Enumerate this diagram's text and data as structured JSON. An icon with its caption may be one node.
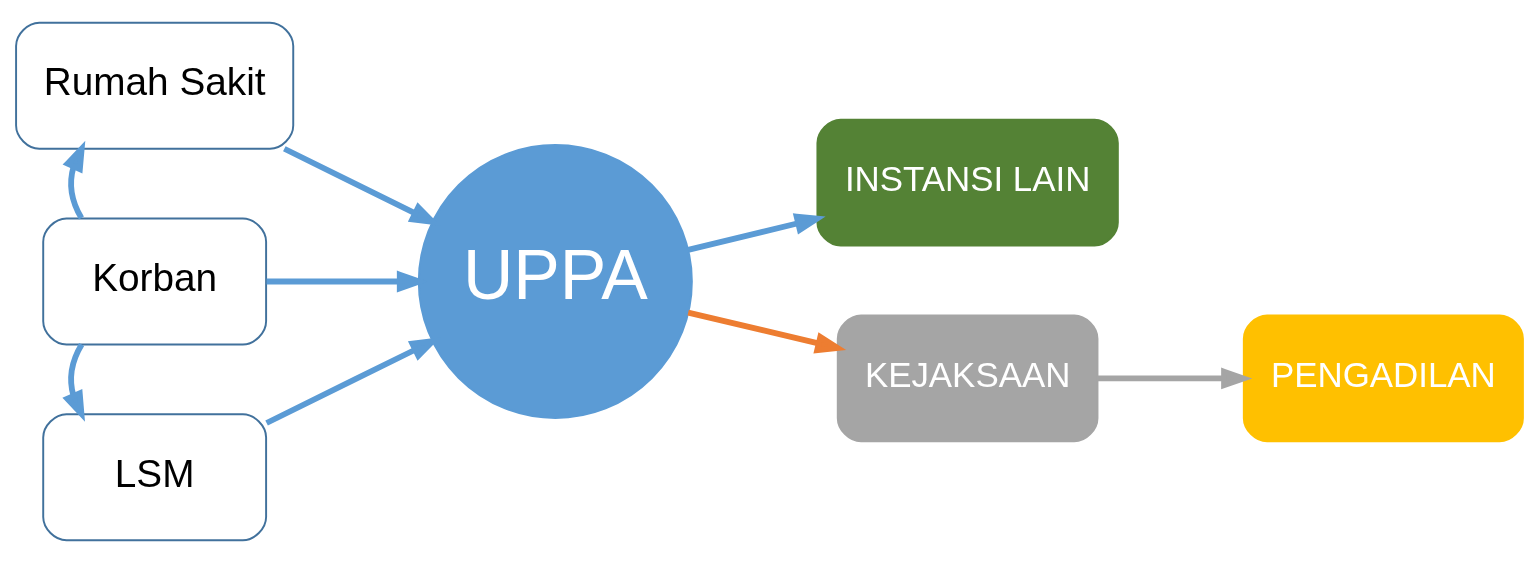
{
  "diagram": {
    "nodes": [
      {
        "text": [
          "Rumah Sakit"
        ]
      },
      {
        "text": [
          "Korban"
        ]
      },
      {
        "text": [
          "LSM"
        ]
      },
      {
        "text": [
          "UPPA"
        ]
      },
      {
        "text": [
          "INSTANSI LAIN"
        ]
      },
      {
        "text": [
          "KEJAKSAAN"
        ]
      },
      {
        "text": [
          "PENGADILAN"
        ]
      }
    ],
    "edges": [
      {
        "from": 1,
        "to": 0,
        "arrow": "to"
      },
      {
        "from": 1,
        "to": 2,
        "arrow": "to"
      },
      {
        "from": 0,
        "to": 3,
        "arrow": "to"
      },
      {
        "from": 1,
        "to": 3,
        "arrow": "to"
      },
      {
        "from": 2,
        "to": 3,
        "arrow": "to"
      },
      {
        "from": 3,
        "to": 4,
        "arrow": "to"
      },
      {
        "from": 3,
        "to": 5,
        "arrow": "to",
        "color": "#ed7d31"
      },
      {
        "from": 5,
        "to": 6,
        "arrow": "to",
        "color": "#a5a5a5"
      }
    ]
  }
}
